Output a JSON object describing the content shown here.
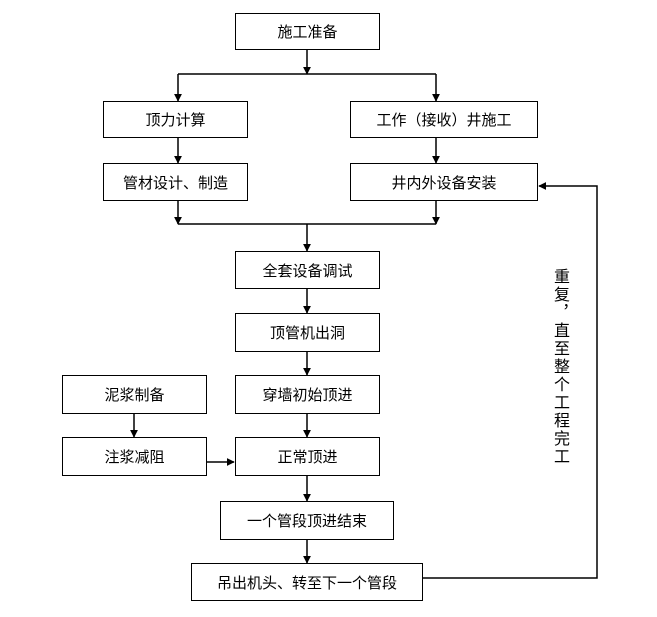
{
  "boxes": {
    "construction_prep": "施工准备",
    "jacking_force_calc": "顶力计算",
    "shaft_construction": "工作（接收）井施工",
    "pipe_design": "管材设计、制造",
    "shaft_equipment_install": "井内外设备安装",
    "equipment_debugging": "全套设备调试",
    "machine_exit": "顶管机出洞",
    "wall_penetration": "穿墙初始顶进",
    "mud_prep": "泥浆制备",
    "grouting": "注浆减阻",
    "normal_jacking": "正常顶进",
    "segment_end": "一个管段顶进结束",
    "lift_head": "吊出机头、转至下一个管段"
  },
  "loop_note": "重复，直至整个工程完工",
  "colors": {
    "line": "#000000",
    "box_border": "#000000",
    "background": "#ffffff"
  }
}
